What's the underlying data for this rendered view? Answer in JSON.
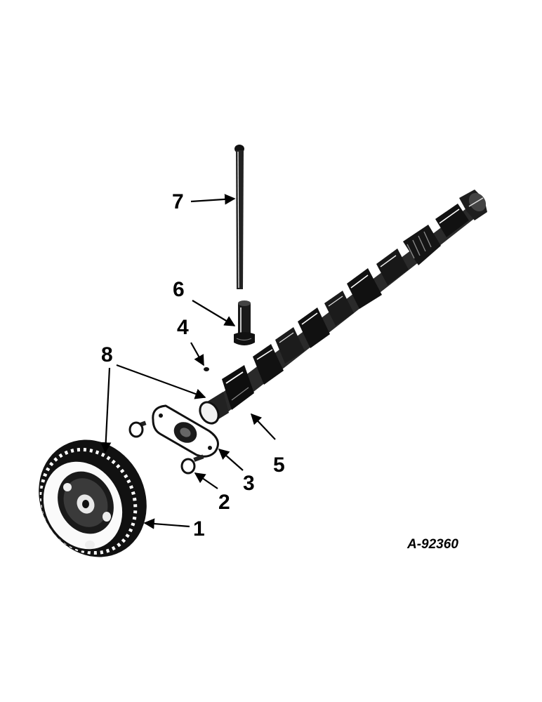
{
  "diagram": {
    "drawing_number": "A-92360",
    "callouts": [
      {
        "id": "1",
        "label": "1",
        "part": "camshaft-gear"
      },
      {
        "id": "2",
        "label": "2",
        "part": "cap-screw"
      },
      {
        "id": "3",
        "label": "3",
        "part": "thrust-plate"
      },
      {
        "id": "4",
        "label": "4",
        "part": "key"
      },
      {
        "id": "5",
        "label": "5",
        "part": "camshaft"
      },
      {
        "id": "6",
        "label": "6",
        "part": "valve-lifter"
      },
      {
        "id": "7",
        "label": "7",
        "part": "push-rod"
      },
      {
        "id": "8",
        "label": "8",
        "part": "gear-and-shaft-assembly"
      }
    ]
  }
}
